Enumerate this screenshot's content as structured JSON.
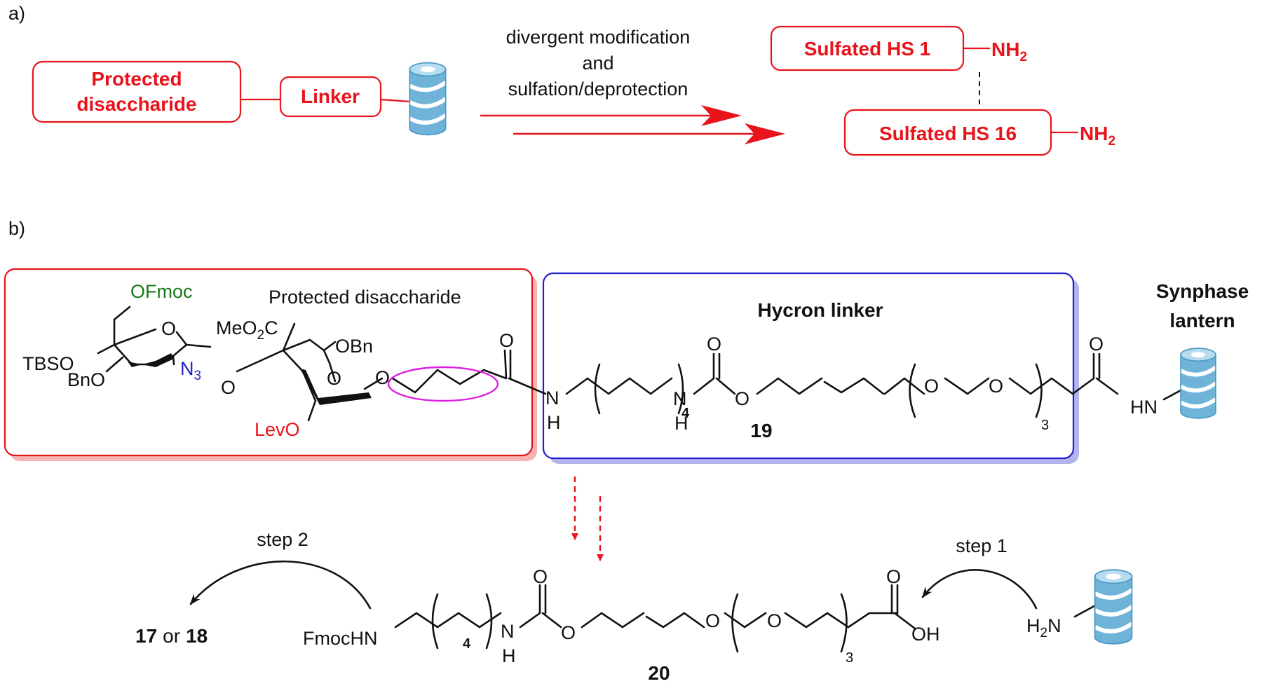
{
  "panel_a": {
    "label": "a)",
    "protected_disaccharide_line1": "Protected",
    "protected_disaccharide_line2": "disaccharide",
    "linker": "Linker",
    "arrow_text_line1": "divergent modification",
    "arrow_text_line2": "and",
    "arrow_text_line3": "sulfation/deprotection",
    "product_1": "Sulfated HS 1",
    "product_16": "Sulfated HS 16",
    "amine": "NH",
    "amine_sub": "2"
  },
  "panel_b": {
    "label": "b)",
    "box_red_title": "Protected disaccharide",
    "box_blue_title": "Hycron linker",
    "lantern_line1": "Synphase",
    "lantern_line2": "lantern",
    "compound_19": "19",
    "compound_20": "20",
    "step1": "step 1",
    "step2": "step 2",
    "products_a": "17",
    "products_or": "or",
    "products_b": "18",
    "atoms": {
      "ofmoc": "OFmoc",
      "tbso": "TBSO",
      "bno": "BnO",
      "n3": "N",
      "n3_sub": "3",
      "o": "O",
      "meo2c": "MeO",
      "meo2c_sub": "2",
      "meo2c_tail": "C",
      "obn": "OBn",
      "levo": "LevO",
      "n": "N",
      "h": "H",
      "sub4": "4",
      "sub3": "3",
      "hn": "HN",
      "fmochn": "FmocHN",
      "oh": "OH",
      "h2n": "H",
      "h2n_sub": "2",
      "h2n_tail": "N"
    }
  },
  "colors": {
    "red": "#e8131b",
    "blue": "#1f1fcf",
    "green": "#1a7a1a",
    "magenta": "#e020e0",
    "lantern": "#6fb4d8"
  }
}
